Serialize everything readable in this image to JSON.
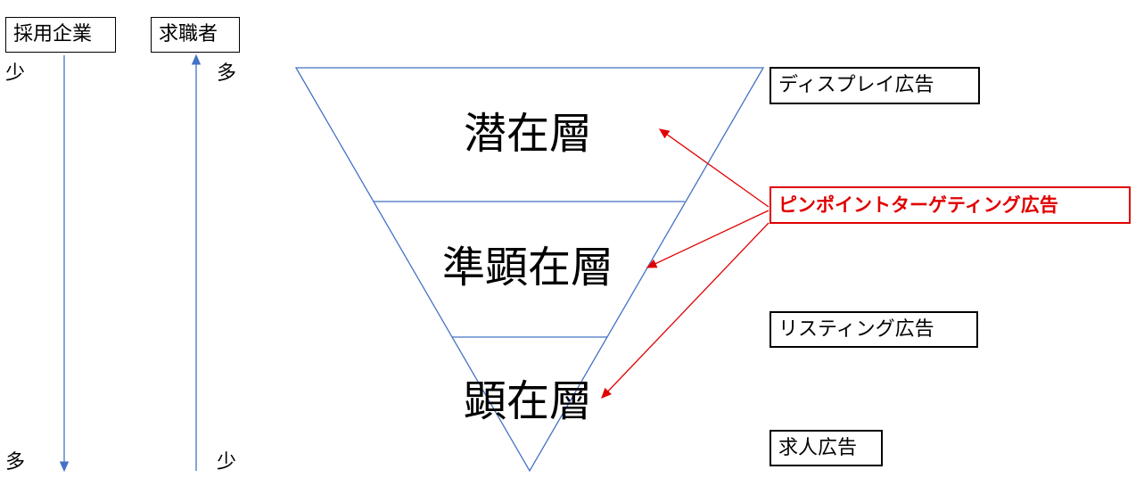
{
  "axes": {
    "company": {
      "title": "採用企業",
      "top": "少",
      "bottom": "多"
    },
    "seeker": {
      "title": "求職者",
      "top": "多",
      "bottom": "少"
    }
  },
  "funnel": {
    "layers": [
      "潜在層",
      "準顕在層",
      "顕在層"
    ]
  },
  "ads": {
    "display": "ディスプレイ広告",
    "pinpoint": "ピンポイントターゲティング広告",
    "listing": "リスティング広告",
    "job": "求人広告"
  },
  "colors": {
    "axis_line": "#4472c4",
    "funnel_line": "#4472c4",
    "highlight": "#e00000"
  }
}
